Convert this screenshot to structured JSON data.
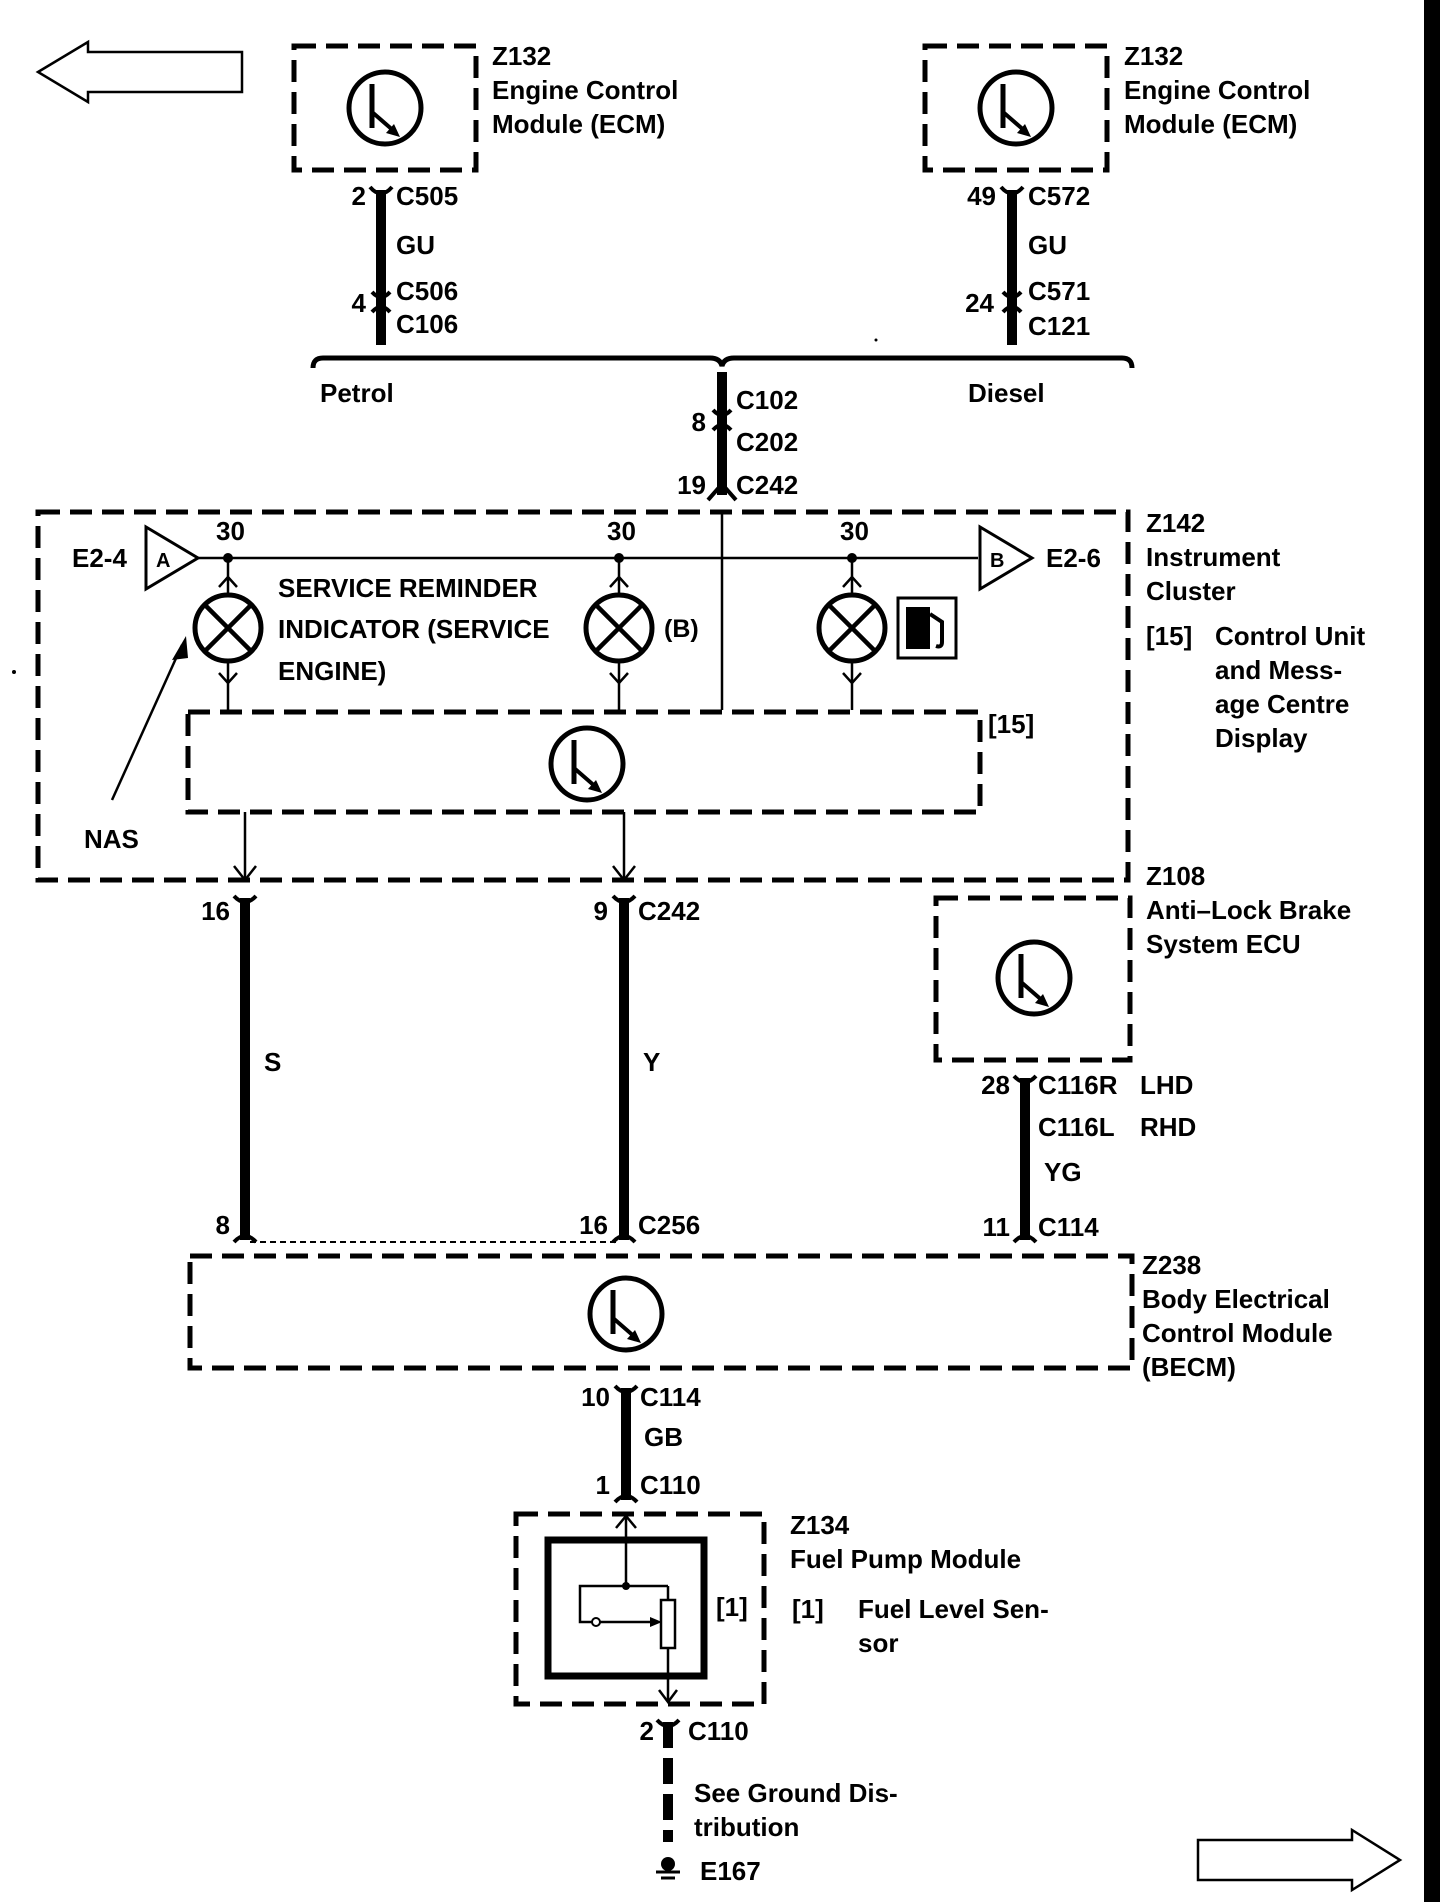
{
  "components": {
    "ecm_petrol": {
      "id": "Z132",
      "line1": "Engine Control",
      "line2": "Module (ECM)"
    },
    "ecm_diesel": {
      "id": "Z132",
      "line1": "Engine Control",
      "line2": "Module (ECM)"
    },
    "instrument_cluster": {
      "id": "Z142",
      "line1": "Instrument",
      "line2": "Cluster"
    },
    "cluster_note": {
      "ref": "[15]",
      "line1": "Control Unit",
      "line2": "and Mess-",
      "line3": "age Centre",
      "line4": "Display"
    },
    "abs_ecu": {
      "id": "Z108",
      "line1": "Anti–Lock Brake",
      "line2": "System ECU"
    },
    "becm": {
      "id": "Z238",
      "line1": "Body Electrical",
      "line2": "Control Module",
      "line3": "(BECM)"
    },
    "fuel_pump": {
      "id": "Z134",
      "line1": "Fuel Pump Module"
    },
    "fuel_note": {
      "ref": "[1]",
      "line1": "Fuel Level Sen-",
      "line2": "sor"
    }
  },
  "connectors": {
    "c505": {
      "pin": "2",
      "name": "C505",
      "color": "GU"
    },
    "c506": {
      "pin": "4",
      "name": "C506",
      "name2": "C106"
    },
    "c572": {
      "pin": "49",
      "name": "C572",
      "color": "GU"
    },
    "c571": {
      "pin": "24",
      "name": "C571",
      "name2": "C121"
    },
    "c102": {
      "pin": "8",
      "name": "C102",
      "name2": "C202"
    },
    "c242_top": {
      "pin": "19",
      "name": "C242"
    },
    "c242_left": {
      "pin": "16"
    },
    "c242_mid": {
      "pin": "9",
      "name": "C242"
    },
    "c116": {
      "pin": "28",
      "name": "C116R",
      "suffix": "LHD",
      "name2": "C116L",
      "suffix2": "RHD",
      "color": "YG"
    },
    "c256_left": {
      "pin": "8"
    },
    "c256_mid": {
      "pin": "16",
      "name": "C256"
    },
    "c114_right": {
      "pin": "11",
      "name": "C114"
    },
    "c114_bottom": {
      "pin": "10",
      "name": "C114",
      "color": "GB"
    },
    "c110_top": {
      "pin": "1",
      "name": "C110"
    },
    "c110_bottom": {
      "pin": "2",
      "name": "C110"
    }
  },
  "wires": {
    "left": "S",
    "mid": "Y"
  },
  "bus": {
    "petrol": "Petrol",
    "diesel": "Diesel"
  },
  "cluster": {
    "pin_30a": "30",
    "pin_30b": "30",
    "pin_30c": "30",
    "ref_a": "A",
    "ref_a_label": "E2-4",
    "ref_b": "B",
    "ref_b_label": "E2-6",
    "service_line1": "SERVICE REMINDER",
    "service_line2": "INDICATOR (SERVICE",
    "service_line3": "ENGINE)",
    "brake_symbol": "(B)",
    "unit_ref": "[15]",
    "nas": "NAS"
  },
  "fuel_ref": "[1]",
  "ground": {
    "line1": "See Ground Dis-",
    "line2": "tribution",
    "id": "E167"
  }
}
